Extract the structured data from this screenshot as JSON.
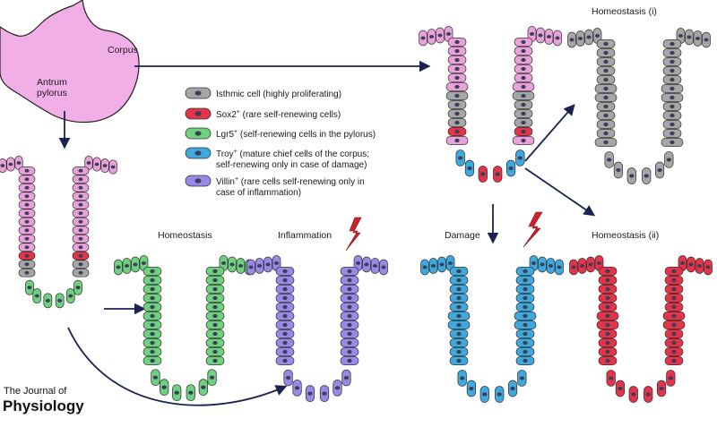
{
  "colors": {
    "isthmic": "#a6a6a6",
    "sox2": "#e5344a",
    "lgr5": "#6fd17f",
    "troy": "#3fa8dc",
    "villin": "#9b87e6",
    "default_cell": "#e9a2d9",
    "stomach": "#f2aee6",
    "arrow": "#1b2150",
    "bolt": "#d0202a"
  },
  "stomach": {
    "corpus_label": "Corpus",
    "antrum_label_line1": "Antrum",
    "antrum_label_line2": "pylorus"
  },
  "legend": [
    {
      "color_key": "isthmic",
      "line1": "Isthmic cell (highly proliferating)",
      "line2": ""
    },
    {
      "color_key": "sox2",
      "line1_main": "Sox2",
      "line1_sup": "+",
      "line1_rest": " (rare self-renewing cells)",
      "line2": ""
    },
    {
      "color_key": "lgr5",
      "line1_main": "Lgr5",
      "line1_sup": "+",
      "line1_rest": " (self-renewing cells in the pylorus)",
      "line2": ""
    },
    {
      "color_key": "troy",
      "line1_main": "Troy",
      "line1_sup": "+",
      "line1_rest": " (mature chief cells of the corpus;",
      "line2": "self-renewing only in case of damage)"
    },
    {
      "color_key": "villin",
      "line1_main": "Villin",
      "line1_sup": "+",
      "line1_rest": " (rare cells self-renewing only in",
      "line2": "case of inflammation)"
    }
  ],
  "panels": {
    "homeostasis": "Homeostasis",
    "inflammation": "Inflammation",
    "damage": "Damage",
    "homeostasis_i": "Homeostasis (i)",
    "homeostasis_ii": "Homeostasis (ii)"
  },
  "journal": {
    "line1": "The Journal of",
    "line2": "Physiology"
  }
}
